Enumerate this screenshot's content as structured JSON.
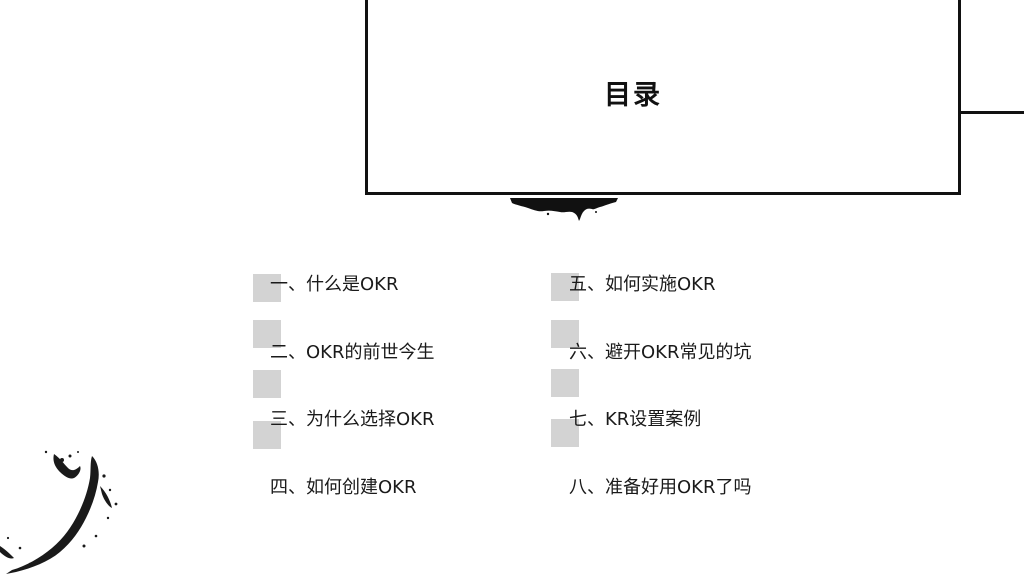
{
  "slide": {
    "title": "目录"
  },
  "toc": {
    "left": [
      {
        "label": "一、什么是OKR"
      },
      {
        "label": "二、OKR的前世今生"
      },
      {
        "label": "三、为什么选择OKR"
      },
      {
        "label": "四、如何创建OKR"
      }
    ],
    "right": [
      {
        "label": "五、如何实施OKR"
      },
      {
        "label": "六、避开OKR常见的坑"
      },
      {
        "label": "七、KR设置案例"
      },
      {
        "label": "八、准备好用OKR了吗"
      }
    ]
  },
  "colors": {
    "frame": "#111111",
    "square": "#d3d3d3",
    "text": "#1a1a1a",
    "background": "#ffffff"
  },
  "decor": {
    "top_ink": "ink-drip-icon",
    "corner_ink": "ink-splash-icon"
  }
}
